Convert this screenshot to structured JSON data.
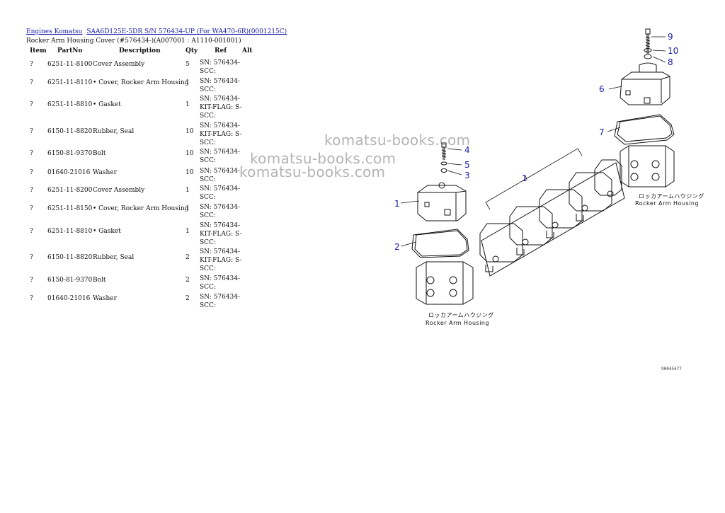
{
  "breadcrumb": {
    "link1": "Engines Komatsu",
    "link2": "SAA6D125E-5DR S/N 576434-UP (For WA470-6R)(0001215C)"
  },
  "subtitle": "Rocker Arm Housing Cover (#576434-)(A007001 : A1110-001001)",
  "columns": {
    "item": "Item",
    "partno": "PartNo",
    "description": "Description",
    "qty": "Qty",
    "ref": "Ref",
    "alt": "Alt"
  },
  "rows": [
    {
      "item": "?",
      "partno": "6251-11-8100",
      "description": "Cover Assembly",
      "qty": "5",
      "ref": "SN: 576434-SCC:"
    },
    {
      "item": "?",
      "partno": "6251-11-8110",
      "description": "• Cover, Rocker Arm Housing",
      "qty": "1",
      "ref": "SN: 576434-SCC:"
    },
    {
      "item": "?",
      "partno": "6251-11-8810",
      "description": "• Gasket",
      "qty": "1",
      "ref": "SN: 576434-KIT-FLAG: S-SCC:"
    },
    {
      "item": "?",
      "partno": "6150-11-8820",
      "description": "Rubber, Seal",
      "qty": "10",
      "ref": "SN: 576434-KIT-FLAG: S-SCC:"
    },
    {
      "item": "?",
      "partno": "6150-81-9370",
      "description": "Bolt",
      "qty": "10",
      "ref": "SN: 576434-SCC:"
    },
    {
      "item": "?",
      "partno": "01640-21016",
      "description": "Washer",
      "qty": "10",
      "ref": "SN: 576434-SCC:"
    },
    {
      "item": "?",
      "partno": "6251-11-8200",
      "description": "Cover Assembly",
      "qty": "1",
      "ref": "SN: 576434-SCC:"
    },
    {
      "item": "?",
      "partno": "6251-11-8150",
      "description": "• Cover, Rocker Arm Housing",
      "qty": "1",
      "ref": "SN: 576434-SCC:"
    },
    {
      "item": "?",
      "partno": "6251-11-8810",
      "description": "• Gasket",
      "qty": "1",
      "ref": "SN: 576434-KIT-FLAG: S-SCC:"
    },
    {
      "item": "?",
      "partno": "6150-11-8820",
      "description": "Rubber, Seal",
      "qty": "2",
      "ref": "SN: 576434-KIT-FLAG: S-SCC:"
    },
    {
      "item": "?",
      "partno": "6150-81-9370",
      "description": "Bolt",
      "qty": "2",
      "ref": "SN: 576434-SCC:"
    },
    {
      "item": "?",
      "partno": "01640-21016",
      "description": "Washer",
      "qty": "2",
      "ref": "SN: 576434-SCC:"
    }
  ],
  "watermark": "komatsu-books.com",
  "diagram": {
    "callouts": [
      "1",
      "2",
      "3",
      "4",
      "5",
      "6",
      "7",
      "8",
      "9",
      "10"
    ],
    "label_jp": "ロッカアームハウジング",
    "label_en": "Rocker Arm Housing",
    "figure_id": "90045477"
  },
  "colors": {
    "link": "#1a1aa6",
    "callout": "#1a1aa6"
  }
}
